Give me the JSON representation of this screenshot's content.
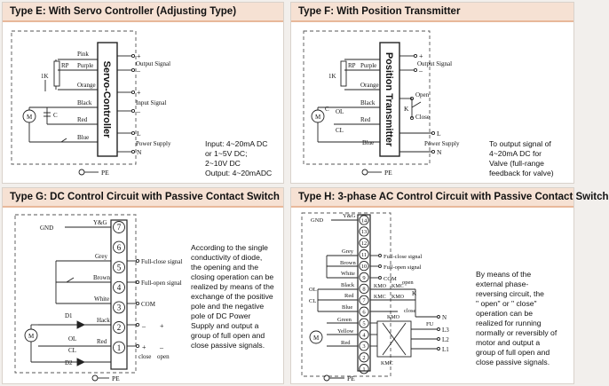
{
  "panels": {
    "e": {
      "title": "Type E: With Servo Controller (Adjusting Type)",
      "controller": "Servo-Controller",
      "wires": {
        "pink": "Pink",
        "rp": "RP",
        "purple": "Purple",
        "ik": "1K",
        "orange": "Orange",
        "black": "Black",
        "red": "Red",
        "blue": "Blue",
        "c": "C"
      },
      "terminals": {
        "plus1": "+",
        "minus1": "–",
        "plus2": "+",
        "minus2": "–",
        "l": "L",
        "n": "N"
      },
      "labels": {
        "output": "Output Signal",
        "input": "Input Signal",
        "power": "Power Supply",
        "pe": "PE"
      },
      "desc": [
        "Input: 4~20mA DC",
        "or 1~5V DC;",
        "2~10V DC",
        "Output: 4~20mADC"
      ]
    },
    "f": {
      "title": "Type F: With Position Transmitter",
      "controller": "Position Transmitter",
      "wires": {
        "rp": "RP",
        "purple": "Purple",
        "ik": "1K",
        "orange": "Orange",
        "black": "Black",
        "red": "Red",
        "blue": "Blue",
        "ol": "OL",
        "cl": "CL",
        "c": "C"
      },
      "terminals": {
        "plus": "+",
        "minus": "–",
        "l": "L",
        "n": "N",
        "k": "K"
      },
      "labels": {
        "output": "Output Signal",
        "open": "Open",
        "close": "Close",
        "power": "Power Supply",
        "pe": "PE"
      },
      "desc": [
        "To output signal of",
        "4~20mA DC for",
        "Valve (full-range",
        "feedback for valve)"
      ]
    },
    "g": {
      "title": "Type G: DC Control Circuit with Passive Contact Switch",
      "wires": {
        "gnd": "GND",
        "yg": "Y&G",
        "grey": "Grey",
        "brown": "Brown",
        "white": "White",
        "d1": "D1",
        "hack": "Hack",
        "red": "Red",
        "ol": "OL",
        "cl": "CL",
        "d2": "D2"
      },
      "numbers": [
        "7",
        "6",
        "5",
        "4",
        "3",
        "2",
        "1"
      ],
      "labels": {
        "full_close": "Full-close signal",
        "full_open": "Full-open signal",
        "com": "COM",
        "pe": "PE",
        "plus": "+",
        "minus": "–",
        "minus2": "–",
        "plus2": "+",
        "close": "close",
        "open": "open"
      },
      "desc": [
        "According to the single",
        "conductivity of diode,",
        "the opening and the",
        "closing operation can be",
        "realized by means of the",
        "exchange of the positive",
        "pole and the negative",
        "pole of DC Power",
        "Supply and output a",
        "group of full open and",
        "close passive signals."
      ]
    },
    "h": {
      "title": "Type H: 3-phase AC Control Circuit with Passive Contact Switch",
      "wires": {
        "gnd": "GND",
        "yg": "Y&G",
        "grey": "Grey",
        "brown": "Brown",
        "white": "White",
        "black": "Black",
        "red": "Red",
        "blue": "Blue",
        "green": "Green",
        "yellow": "Yellow",
        "red2": "Red",
        "ol": "OL",
        "cl": "CL"
      },
      "numbers": [
        "14",
        "13",
        "12",
        "11",
        "10",
        "9",
        "8",
        "7",
        "6",
        "5",
        "4",
        "3",
        "2",
        "1"
      ],
      "labels": {
        "full_close": "Full-close signal",
        "full_open": "Full-open signal",
        "com": "COM",
        "kmo": "KMO",
        "kmc": "KMC",
        "kmo2": "KMO",
        "kmc2": "KMC",
        "kmo3": "KMO",
        "kmc3": "KMC",
        "open": "open",
        "close": "close",
        "k": "K",
        "fu": "FU",
        "n": "N",
        "l1": "L1",
        "l2": "L2",
        "l3": "L3",
        "pe": "PE"
      },
      "desc": [
        "By means of the",
        "external phase-",
        "reversing circuit, the",
        "\" open\" or \" close\"",
        "operation can be",
        "realized for running",
        "normally or reversibly of",
        "motor and output a",
        "group of full open and",
        "close passive signals."
      ]
    }
  },
  "colors": {
    "header_bg": "#f6e1d3",
    "header_rule": "#e8b89a",
    "page_bg": "#f2efec"
  }
}
